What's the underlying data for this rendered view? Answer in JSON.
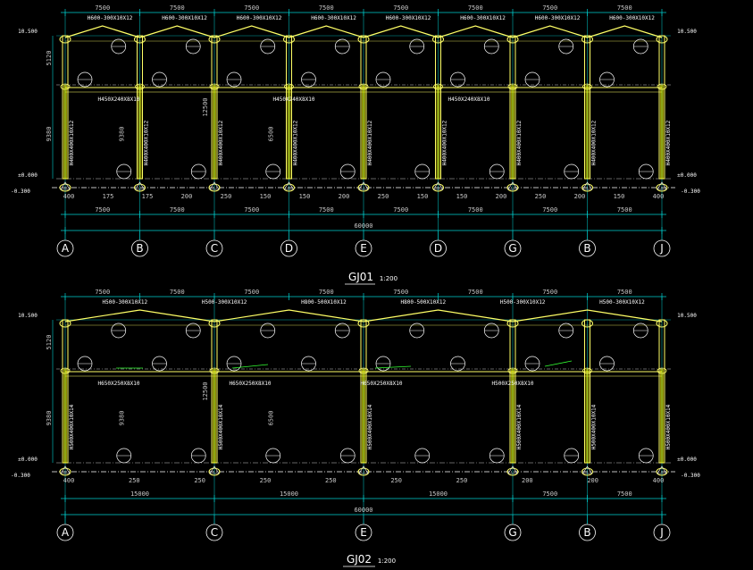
{
  "frames": [
    {
      "title": "GJ01",
      "scale": "1:200",
      "axes": [
        "A",
        "B",
        "C",
        "D",
        "E",
        "D",
        "G",
        "B",
        "J"
      ],
      "top_dims": [
        "7500",
        "7500",
        "7500",
        "7500",
        "7500",
        "7500",
        "7500",
        "7500"
      ],
      "bottom_dims": [
        "7500",
        "7500",
        "7500",
        "7500",
        "7500",
        "7500",
        "7500",
        "7500"
      ],
      "total_dim": "60000",
      "col_offsets": [
        "400",
        "175",
        "175",
        "200",
        "250",
        "150",
        "150",
        "200",
        "250",
        "150",
        "150",
        "200",
        "250",
        "200",
        "150",
        "400"
      ],
      "beam_labels": [
        "H600-300X10X12",
        "H600-300X10X12",
        "H600-300X10X12",
        "H600-300X10X12",
        "H600-300X10X12",
        "H600-300X10X12",
        "H600-300X10X12",
        "H600-300X10X12"
      ],
      "crane_beam_labels": [
        "H450X240X8X10",
        "H450X240X8X10",
        "H450X240X8X10"
      ],
      "column_labels": [
        "H400X400X10X12",
        "H400X400X10X12",
        "H400X400X10X12",
        "H400X400X10X12",
        "H400X400X10X12",
        "H400X400X10X12",
        "H400X400X10X12",
        "H400X400X10X12",
        "H400X400X10X12"
      ],
      "elevations": {
        "top_left": "10.500",
        "top_right": "10.500",
        "ground_left": "±0.000",
        "ground_right": "±0.000",
        "base_left": "-0.300",
        "base_right": "-0.300"
      },
      "left_heights": [
        "5120",
        "9380"
      ],
      "inner_heights": [
        "6500",
        "9380",
        "12500"
      ]
    },
    {
      "title": "GJ02",
      "scale": "1:200",
      "axes": [
        "A",
        "C",
        "E",
        "G",
        "B",
        "J"
      ],
      "top_dims": [
        "7500",
        "7500",
        "7500",
        "7500",
        "7500",
        "7500",
        "7500",
        "7500"
      ],
      "bottom_dims": [
        "15000",
        "15000",
        "15000",
        "7500",
        "7500"
      ],
      "total_dim": "60000",
      "col_offsets": [
        "400",
        "250",
        "250",
        "250",
        "250",
        "250",
        "250",
        "200",
        "200",
        "400"
      ],
      "beam_labels": [
        "H500-300X10X12",
        "H500-300X10X12",
        "H800-500X10X12",
        "H800-500X10X12",
        "H500-300X10X12",
        "H500-300X10X12"
      ],
      "crane_beam_labels": [
        "H650X250X8X10",
        "H650X250X8X10",
        "H650X250X8X10",
        "H500X250X8X10"
      ],
      "column_labels": [
        "H500X400X10X14",
        "H500X400X10X14",
        "H500X400X10X14",
        "H500X400X10X14",
        "H500X400X10X14",
        "H500X400X10X14"
      ],
      "elevations": {
        "top_left": "10.500",
        "top_right": "10.500",
        "ground_left": "±0.000",
        "ground_right": "±0.000",
        "base_left": "-0.300",
        "base_right": "-0.300"
      },
      "left_heights": [
        "5120",
        "9380"
      ],
      "inner_heights": [
        "6500",
        "9380",
        "12500"
      ]
    }
  ],
  "colors": {
    "frame": "#ffff66",
    "column_fill": "#ffff00",
    "grid": "#00d0d0",
    "dim": "#c8c8c8",
    "text": "#ffffff",
    "green": "#33ff33",
    "bg": "#000000"
  }
}
